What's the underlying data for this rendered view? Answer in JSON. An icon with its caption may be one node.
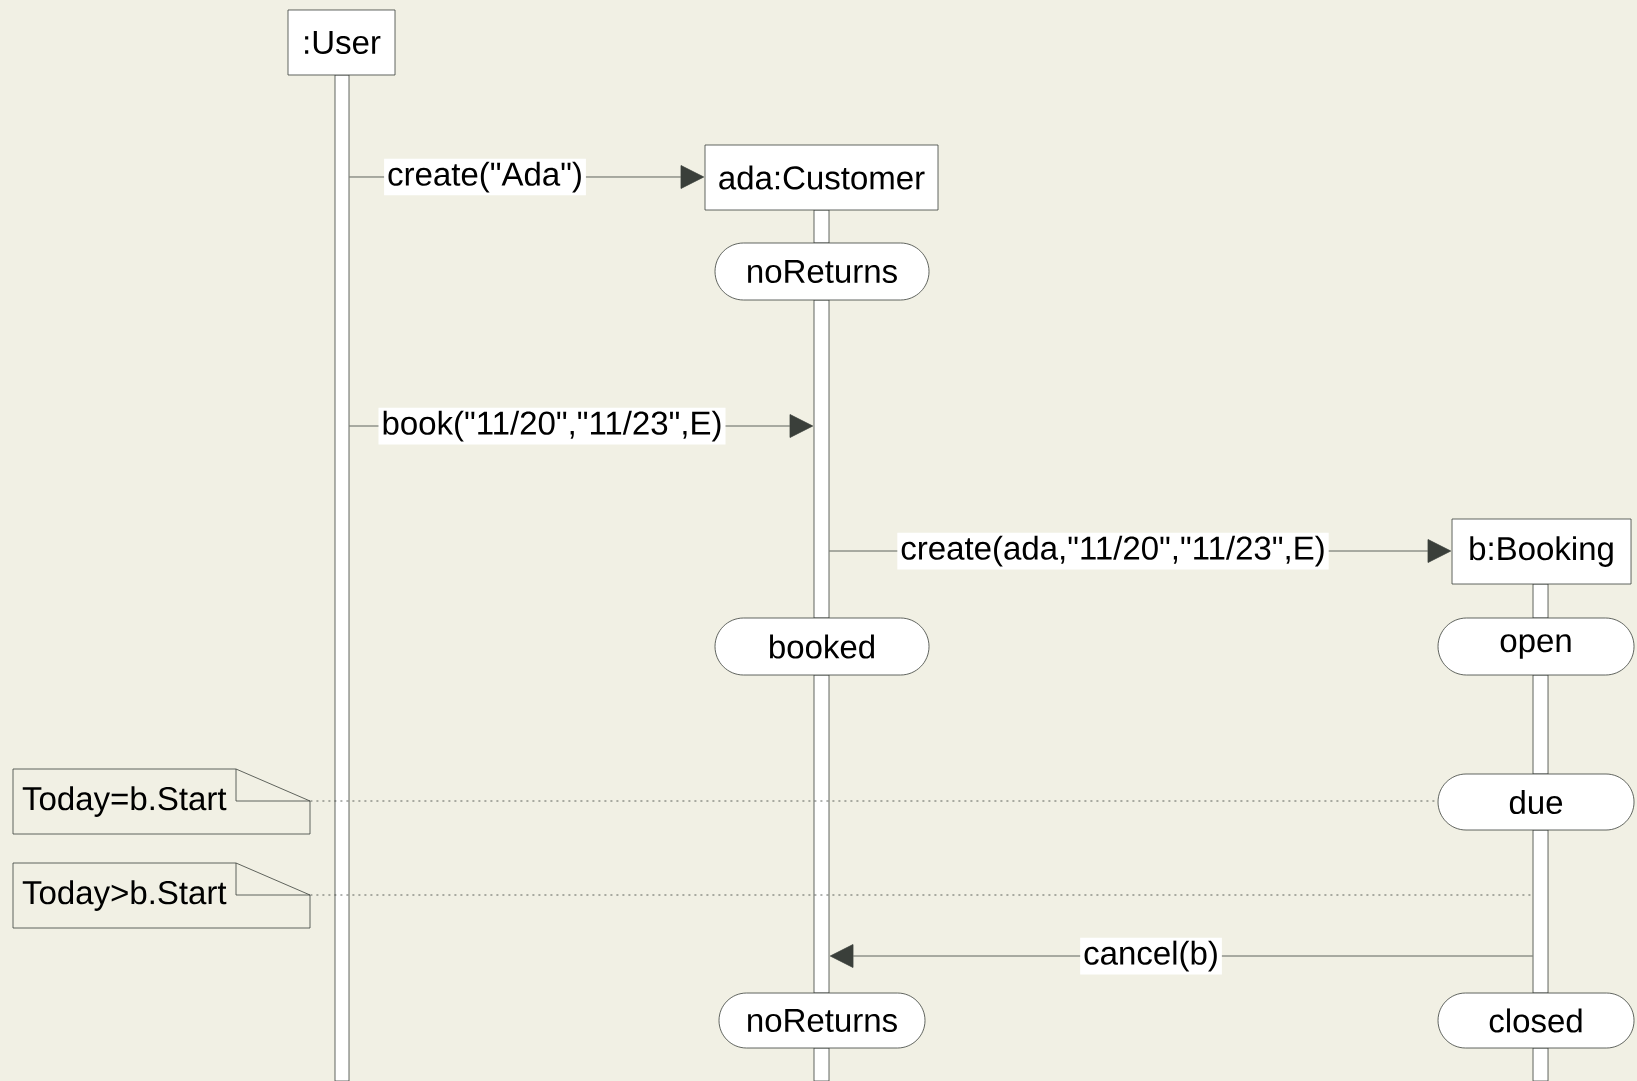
{
  "diagram": {
    "nodes": [
      {
        "text": [
          ":User"
        ]
      },
      {
        "text": [
          "ada:Customer"
        ]
      },
      {
        "text": [
          "noReturns"
        ]
      },
      {
        "text": [
          "b:Booking"
        ]
      },
      {
        "text": [
          "booked"
        ]
      },
      {
        "text": [
          "open"
        ]
      },
      {
        "text": [
          "due"
        ]
      },
      {
        "text": [
          "noReturns"
        ]
      },
      {
        "text": [
          "closed"
        ]
      },
      {
        "text": [
          "Today=b.Start"
        ]
      },
      {
        "text": [
          "Today>b.Start"
        ]
      },
      {
        "text": [],
        "shape": "bar"
      },
      {
        "text": [],
        "shape": "bar"
      },
      {
        "text": [],
        "shape": "bar"
      },
      {
        "text": [],
        "shape": "bar"
      },
      {
        "text": [],
        "shape": "bar"
      }
    ],
    "edges": [
      {
        "from": 11,
        "to": 1,
        "arrow": "to",
        "label": "create(\"Ada\")"
      },
      {
        "from": 11,
        "to": 12,
        "arrow": "to",
        "label": "book(\"11/20\",\"11/23\",E)"
      },
      {
        "from": 12,
        "to": 3,
        "arrow": "to",
        "label": "create(ada,\"11/20\",\"11/23\",E)"
      },
      {
        "from": 14,
        "to": 13,
        "arrow": "to",
        "label": "cancel(b)"
      },
      {
        "from": 9,
        "to": 6,
        "arrow": "none",
        "style": "dashed"
      },
      {
        "from": 10,
        "to": 14,
        "arrow": "none",
        "style": "dashed"
      }
    ]
  }
}
